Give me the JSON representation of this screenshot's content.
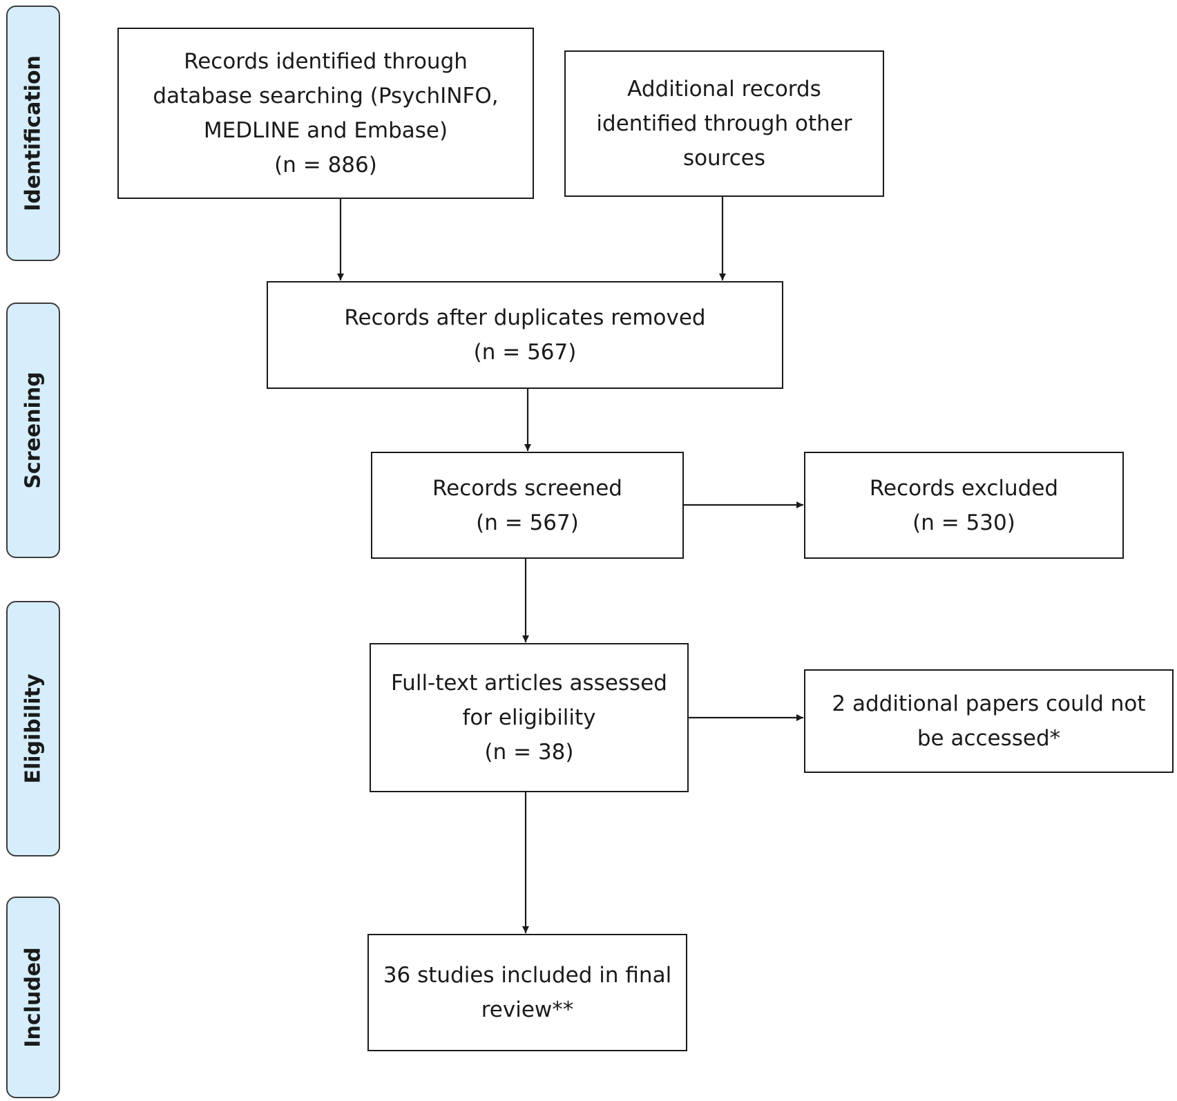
{
  "stages": {
    "identification": "Identification",
    "screening": "Screening",
    "eligibility": "Eligibility",
    "included": "Included"
  },
  "boxes": {
    "database": {
      "lines": [
        "Records identified through",
        "database searching (PsychINFO,",
        "MEDLINE and Embase)",
        "(n = 886)"
      ]
    },
    "other": {
      "lines": [
        "Additional records",
        "identified through other",
        "sources"
      ]
    },
    "duplicates": {
      "lines": [
        "Records after duplicates removed",
        "(n = 567)"
      ]
    },
    "screened": {
      "lines": [
        "Records screened",
        "(n = 567)"
      ]
    },
    "excluded": {
      "lines": [
        "Records excluded",
        "(n = 530)"
      ]
    },
    "fulltext": {
      "lines": [
        "Full-text articles assessed",
        "for eligibility",
        "(n = 38)"
      ]
    },
    "notaccessed": {
      "lines": [
        "2 additional papers could not",
        "be accessed*"
      ]
    },
    "included": {
      "lines": [
        "36 studies included in final",
        "review**"
      ]
    }
  },
  "colors": {
    "stage_fill": "#d6eefc",
    "line": "#1a1a1a"
  }
}
